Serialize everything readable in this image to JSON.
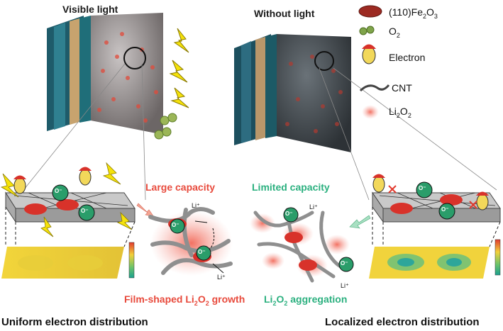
{
  "titles": {
    "visible": "Visible light",
    "without": "Without light"
  },
  "legend": {
    "fe2o3": {
      "prefix": "(110)Fe",
      "sub1": "2",
      "mid": "O",
      "sub2": "3"
    },
    "o2": {
      "prefix": "O",
      "sub": "2"
    },
    "electron": "Electron",
    "cnt": "CNT",
    "li2o2": {
      "a": "Li",
      "sub1": "2",
      "b": "O",
      "sub2": "2"
    }
  },
  "center": {
    "large": "Large capacity",
    "limited": "Limited capacity",
    "film": {
      "a": "Film-shaped Li",
      "sub1": "2",
      "b": "O",
      "sub2": "2",
      "c": " growth"
    },
    "aggr": {
      "a": "Li",
      "sub1": "2",
      "b": "O",
      "sub2": "2",
      "c": " aggregation"
    },
    "li_ion": "Li⁺"
  },
  "captions": {
    "left": "Uniform electron distribution",
    "right": "Localized electron distribution"
  },
  "o_label": "O⁻",
  "colors": {
    "fe2o3": "#d8322a",
    "o2": "#2a9d6a",
    "lightning": "#f5e20a",
    "red_text": "#e84a3c",
    "green_text": "#2bb07f"
  }
}
